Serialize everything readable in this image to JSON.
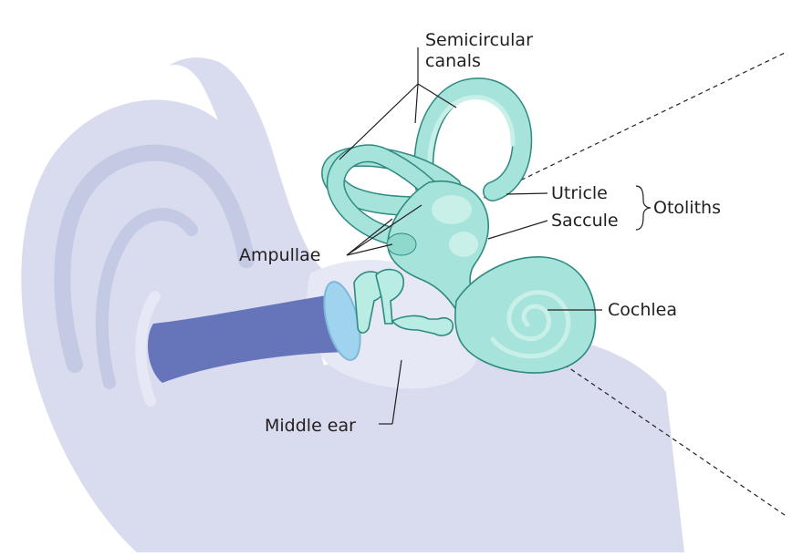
{
  "labels": {
    "semicircular_line1": "Semicircular",
    "semicircular_line2": "canals",
    "utricle": "Utricle",
    "saccule": "Saccule",
    "otoliths": "Otoliths",
    "ampullae": "Ampullae",
    "cochlea": "Cochlea",
    "middle_ear": "Middle ear"
  },
  "colors": {
    "skin": "#d9dcef",
    "skin_light": "#e6e8f5",
    "skin_shadow": "#c4c9e4",
    "ear_canal": "#6674ba",
    "eardrum": "#9fd3ee",
    "inner_ear_fill": "#a6e3da",
    "inner_ear_light": "#c9efe9",
    "inner_ear_stroke": "#2f8a80",
    "ossicle": "#b9ece3",
    "text": "#231f20"
  }
}
